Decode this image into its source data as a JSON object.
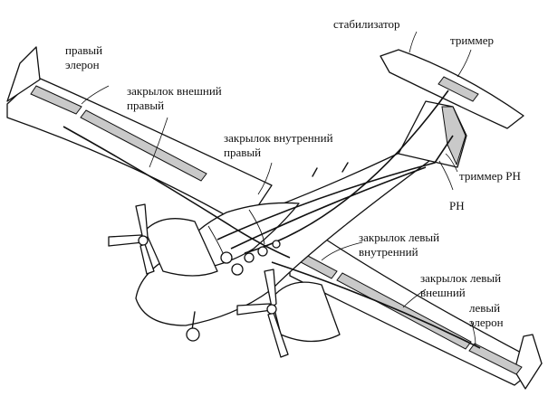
{
  "labels": {
    "right_aileron": [
      "правый",
      "элерон"
    ],
    "right_outer_flap": [
      "закрылок внешний",
      "правый"
    ],
    "right_inner_flap": [
      "закрылок внутренний",
      "правый"
    ],
    "stabilizer": "стабилизатор",
    "trimmer": "триммер",
    "rudder_trimmer": "триммер РН",
    "rudder": "РН",
    "left_inner_flap": [
      "закрылок левый",
      "внутренний"
    ],
    "left_outer_flap": [
      "закрылок левый",
      "внешний"
    ],
    "left_aileron": [
      "левый",
      "элерон"
    ]
  }
}
